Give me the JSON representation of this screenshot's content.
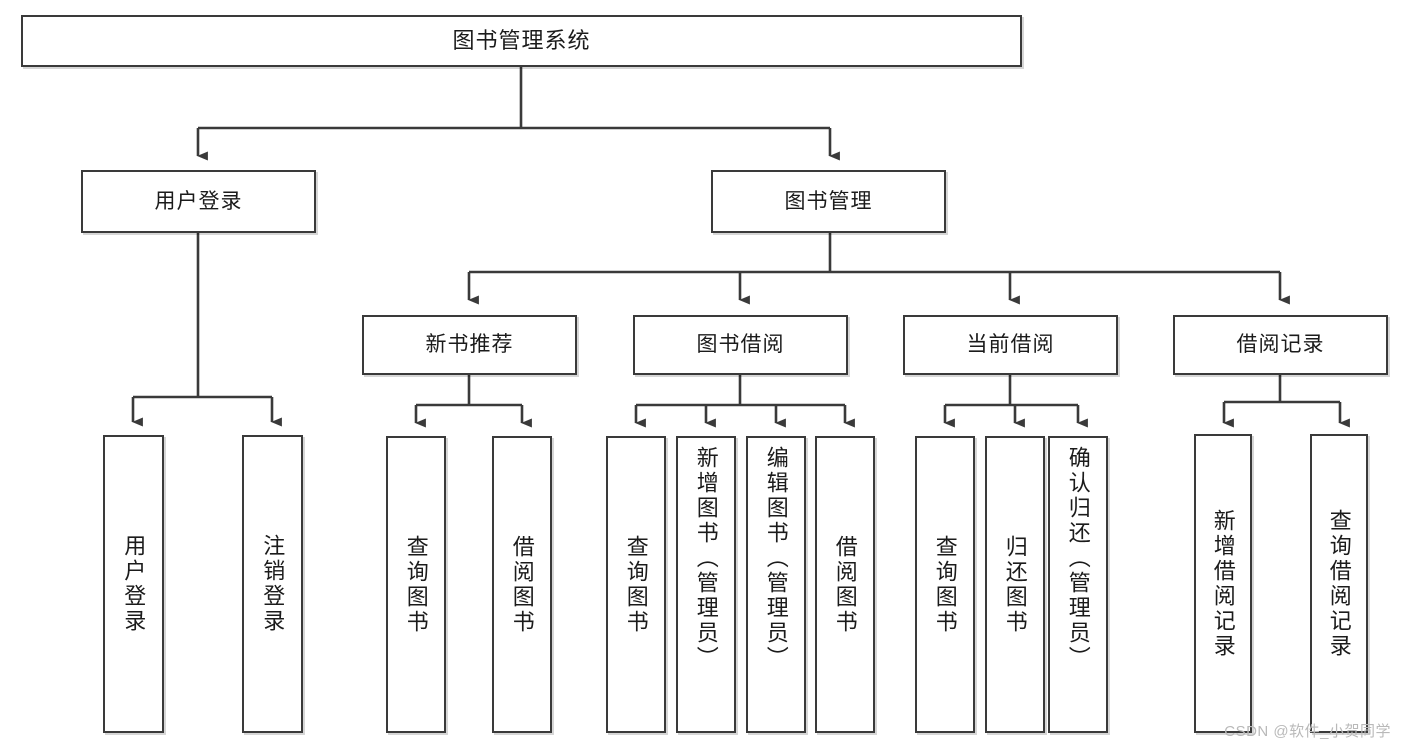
{
  "diagram": {
    "title": "图书管理系统",
    "type": "功能结构图",
    "style": {
      "box_border": "#3a3a3a",
      "box_fill": "#ffffff",
      "connector": "#3a3a3a",
      "text": "#1b1b1b",
      "background": "#ffffff",
      "watermark_color": "#b9b9b9"
    }
  },
  "watermark": {
    "text": "CSDN @软件_小贺同学"
  },
  "nodes": {
    "root": {
      "label": "图书管理系统"
    },
    "level2": [
      {
        "id": "user-login",
        "label": "用户登录"
      },
      {
        "id": "book-manage",
        "label": "图书管理"
      }
    ],
    "level3": [
      {
        "id": "new-book-recommend",
        "label": "新书推荐"
      },
      {
        "id": "book-borrow",
        "label": "图书借阅"
      },
      {
        "id": "current-borrow",
        "label": "当前借阅"
      },
      {
        "id": "borrow-record",
        "label": "借阅记录"
      }
    ],
    "leaves": {
      "user_login": [
        {
          "id": "leaf-user-login",
          "label": "用户登录"
        },
        {
          "id": "leaf-logout-login",
          "label": "注销登录"
        }
      ],
      "new_book_recommend": [
        {
          "id": "leaf-query-book-1",
          "label": "查询图书"
        },
        {
          "id": "leaf-borrow-book-1",
          "label": "借阅图书"
        }
      ],
      "book_borrow": [
        {
          "id": "leaf-query-book-2",
          "label": "查询图书"
        },
        {
          "id": "leaf-add-book",
          "label": "新增图书（管理员）"
        },
        {
          "id": "leaf-edit-book",
          "label": "编辑图书（管理员）"
        },
        {
          "id": "leaf-borrow-book-2",
          "label": "借阅图书"
        }
      ],
      "current_borrow": [
        {
          "id": "leaf-query-book-3",
          "label": "查询图书"
        },
        {
          "id": "leaf-return-book",
          "label": "归还图书"
        },
        {
          "id": "leaf-confirm-return",
          "label": "确认归还（管理员）"
        }
      ],
      "borrow_record": [
        {
          "id": "leaf-add-borrow-record",
          "label": "新增借阅记录"
        },
        {
          "id": "leaf-query-borrow-record",
          "label": "查询借阅记录"
        }
      ]
    }
  }
}
